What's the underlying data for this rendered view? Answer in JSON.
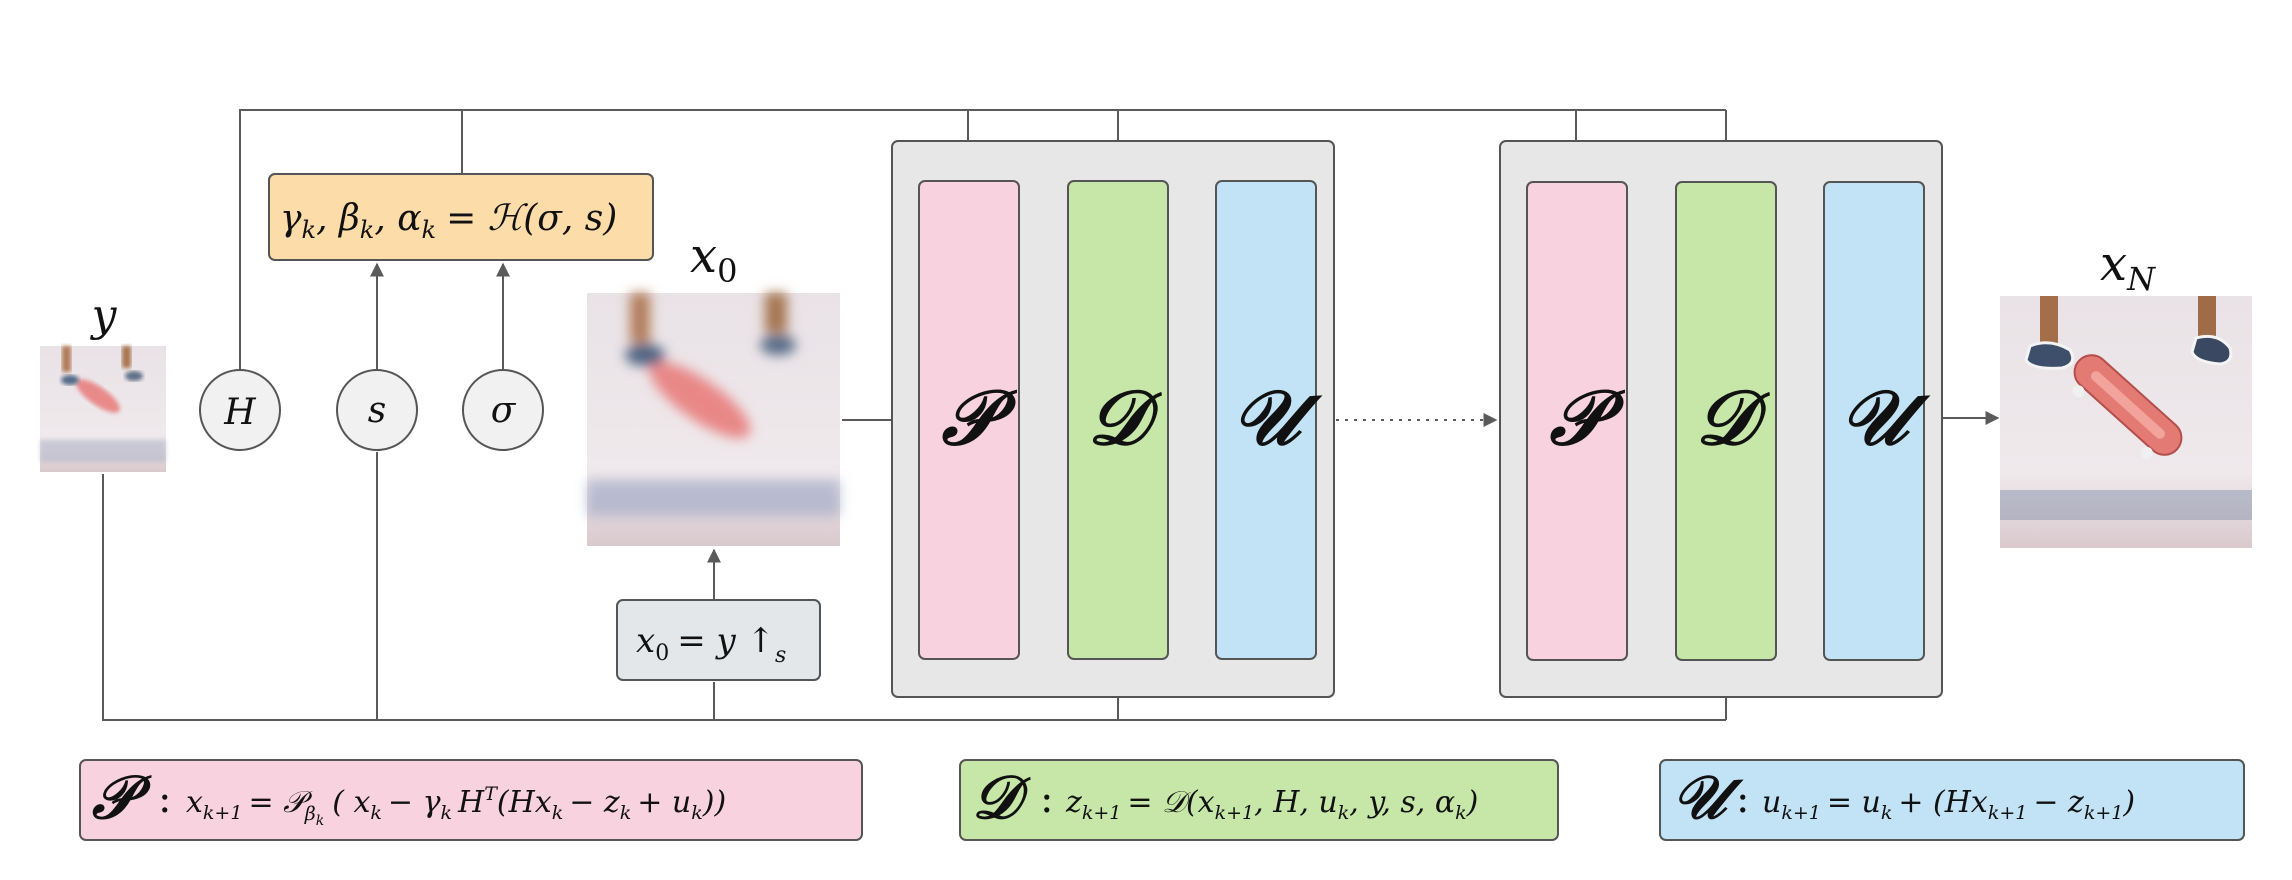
{
  "labels": {
    "y": "y",
    "x0": "x",
    "x0_sub": "0",
    "xN": "x",
    "xN_sub": "N"
  },
  "nodes": {
    "H": "H",
    "s": "s",
    "sigma": "σ"
  },
  "hyper_box": {
    "lhs": "γ",
    "lhs_sub": "k",
    "b": "β",
    "b_sub": "k",
    "a": "α",
    "a_sub": "k",
    "rhs": "= ℋ(σ, s)"
  },
  "init_box": {
    "x": "x",
    "sub": "0",
    "rest": "= y ↑",
    "s": "s"
  },
  "stage_letters": {
    "P": "𝒫",
    "D": "𝒟",
    "U": "𝒰"
  },
  "dots": "·········",
  "equations": {
    "P": {
      "symbol": "𝒫",
      "text": "x",
      "text_sub": "k+1",
      "eq": "= 𝒫",
      "eq_sub": "β",
      "eq_subsub": "k",
      "body": "( x",
      "body_sub": "k",
      "body2": "− γ",
      "body2_sub": "k",
      "body3": "H",
      "body3_sup": "T",
      "body4": "(Hx",
      "body4_sub": "k",
      "body5": "− z",
      "body5_sub": "k",
      "body6": "+ u",
      "body6_sub": "k",
      "body7": "))"
    },
    "D": {
      "symbol": "𝒟",
      "z": "z",
      "z_sub": "k+1",
      "eq": "= 𝒟(x",
      "eq_sub": "k+1",
      "rest": ", H, u",
      "rest_sub": "k",
      "rest2": ", y, s, α",
      "rest2_sub": "k",
      "close": ")"
    },
    "U": {
      "symbol": "𝒰",
      "u": "u",
      "u_sub": "k+1",
      "eq": "= u",
      "eq_sub": "k",
      "rest": "+ (Hx",
      "rest_sub": "k+1",
      "rest2": "− z",
      "rest2_sub": "k+1",
      "close": ")"
    }
  },
  "colors": {
    "pink": "#f8d3df",
    "green": "#c6e7a7",
    "blue": "#c2e3f6",
    "orange": "#fcdca9",
    "gray_box": "#e7e7e7",
    "init_box": "#e4e7ea",
    "line": "#5a5a5a"
  }
}
